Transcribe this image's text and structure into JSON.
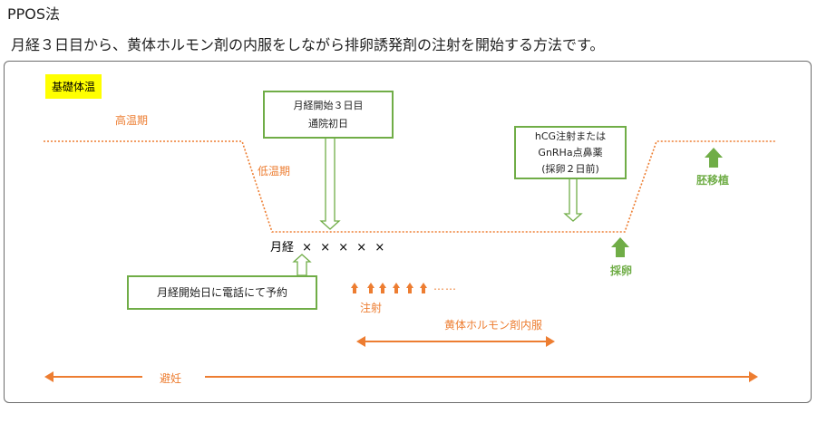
{
  "title": "PPOS法",
  "subtitle": "月経３日目から、黄体ホルモン剤の内服をしながら排卵誘発剤の注射を開始する方法です。",
  "diagram": {
    "bbt_label": "基礎体温",
    "high_temp_label": "高温期",
    "low_temp_label": "低温期",
    "menses_label": "月経",
    "menses_marks": [
      "×",
      "×",
      "×",
      "×",
      "×"
    ],
    "box_day3": {
      "line1": "月経開始３日目",
      "line2": "通院初日"
    },
    "box_hcg": {
      "line1": "hCG注射または",
      "line2": "GnRHa点鼻薬",
      "line3": "(採卵２日前)"
    },
    "box_call": "月経開始日に電話にて予約",
    "injection_label": "注射",
    "injection_dots": "……",
    "progestin_label": "黄体ホルモン剤内服",
    "egg_retrieval_label": "採卵",
    "embryo_transfer_label": "胚移植",
    "contraception_label": "避妊",
    "colors": {
      "orange": "#ed7d31",
      "green": "#70ad47",
      "highlight": "#ffff00"
    }
  }
}
